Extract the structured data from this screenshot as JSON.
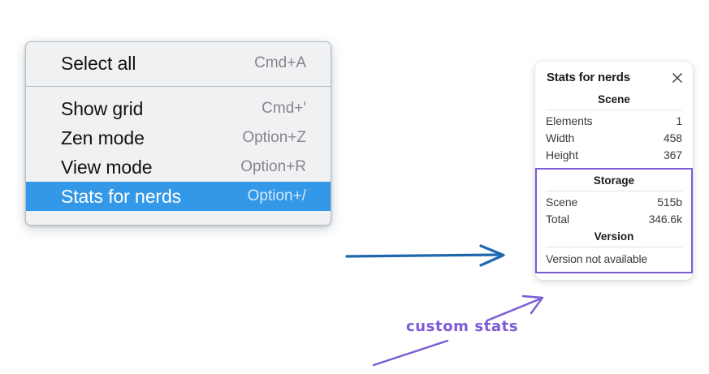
{
  "context_menu": {
    "groups": [
      {
        "name": "edit",
        "items": [
          {
            "label": "Select all",
            "shortcut": "Cmd+A",
            "selected": false
          }
        ]
      },
      {
        "name": "view",
        "items": [
          {
            "label": "Show grid",
            "shortcut": "Cmd+'",
            "selected": false
          },
          {
            "label": "Zen mode",
            "shortcut": "Option+Z",
            "selected": false
          },
          {
            "label": "View mode",
            "shortcut": "Option+R",
            "selected": false
          },
          {
            "label": "Stats for nerds",
            "shortcut": "Option+/",
            "selected": true
          }
        ]
      }
    ],
    "items": {
      "select_all_label": "Select all",
      "select_all_shortcut": "Cmd+A",
      "show_grid_label": "Show grid",
      "show_grid_shortcut": "Cmd+'",
      "zen_mode_label": "Zen mode",
      "zen_mode_shortcut": "Option+Z",
      "view_mode_label": "View mode",
      "view_mode_shortcut": "Option+R",
      "stats_label": "Stats for nerds",
      "stats_shortcut": "Option+/"
    },
    "highlight_color": "#3498e8",
    "background_color": "#f0f1f3"
  },
  "stats_panel": {
    "title": "Stats for nerds",
    "close_icon": "close-icon",
    "sections": {
      "scene": {
        "heading": "Scene",
        "rows": [
          {
            "key": "Elements",
            "value": "1"
          },
          {
            "key": "Width",
            "value": "458"
          },
          {
            "key": "Height",
            "value": "367"
          }
        ]
      },
      "storage": {
        "heading": "Storage",
        "rows": [
          {
            "key": "Scene",
            "value": "515b"
          },
          {
            "key": "Total",
            "value": "346.6k"
          }
        ]
      },
      "version": {
        "heading": "Version",
        "note": "Version not available"
      }
    },
    "custom_region_color": "#7c5cd6"
  },
  "annotations": {
    "handwritten_label": "custom stats",
    "handwritten_color": "#7b5bd6",
    "arrow_color": "#1f68ad"
  }
}
